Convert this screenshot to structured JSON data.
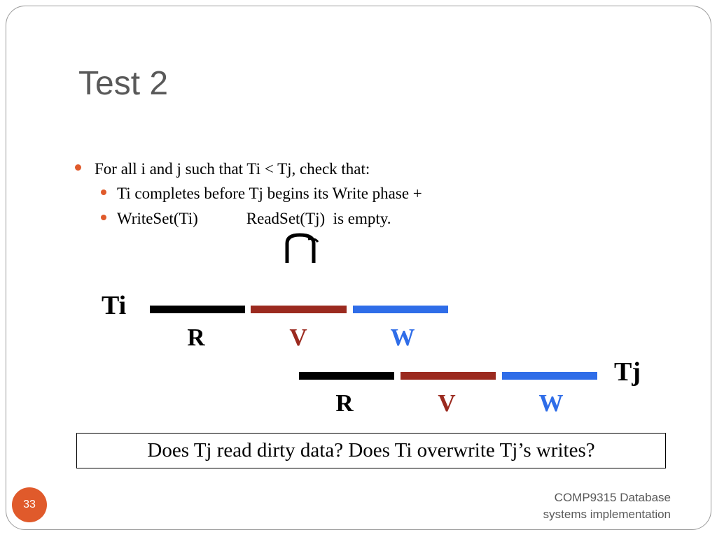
{
  "slide": {
    "title": "Test 2",
    "bullets": [
      {
        "text": "For all i and j such that Ti < Tj, check that:"
      },
      {
        "text": "Ti completes before Tj begins its Write phase +"
      },
      {
        "text": "WriteSet(Ti)            ReadSet(Tj)  is empty."
      }
    ],
    "intersection_symbol": "∩"
  },
  "diagram": {
    "ti_label": "Ti",
    "tj_label": "Tj",
    "ti_phases": [
      {
        "label": "R",
        "color": "#000000"
      },
      {
        "label": "V",
        "color": "#9b2a1f"
      },
      {
        "label": "W",
        "color": "#2f6de8"
      }
    ],
    "tj_phases": [
      {
        "label": "R",
        "color": "#000000"
      },
      {
        "label": "V",
        "color": "#9b2a1f"
      },
      {
        "label": "W",
        "color": "#2f6de8"
      }
    ]
  },
  "question": "Does Tj read dirty data? Does Ti overwrite Tj’s writes?",
  "footer": {
    "page_number": "33",
    "course_line1": "COMP9315 Database",
    "course_line2": "systems implementation"
  },
  "colors": {
    "accent": "#e05a2b",
    "read": "#000000",
    "validate": "#9b2a1f",
    "write": "#2f6de8"
  }
}
